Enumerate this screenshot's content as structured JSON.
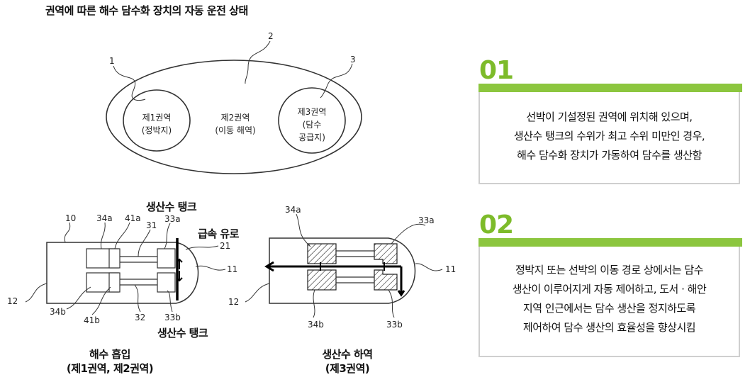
{
  "title": "권역에 따른 해수 담수화 장치의 자동 운전 상태",
  "zones": {
    "z1": "1",
    "z2": "2",
    "z3": "3",
    "zone1_line1": "제1권역",
    "zone1_line2": "(정박지)",
    "zone2_line1": "제2권역",
    "zone2_line2": "(이동 해역)",
    "zone3_line1": "제3권역",
    "zone3_line2": "(담수",
    "zone3_line3": "공급지)"
  },
  "left_device": {
    "label_top": "생산수 탱크",
    "label_flow": "급속 유로",
    "label_bottom": "생산수 탱크",
    "refs": {
      "r10": "10",
      "r34a": "34a",
      "r41a": "41a",
      "r31": "31",
      "r33a": "33a",
      "r21": "21",
      "r11": "11",
      "r12": "12",
      "r34b": "34b",
      "r41b": "41b",
      "r32": "32",
      "r33b": "33b"
    },
    "caption_line1": "해수 흡입",
    "caption_line2": "(제1권역, 제2권역)"
  },
  "right_device": {
    "refs": {
      "r34a": "34a",
      "r33a": "33a",
      "r11": "11",
      "r12": "12",
      "r34b": "34b",
      "r33b": "33b"
    },
    "caption_line1": "생산수 하역",
    "caption_line2": "(제3권역)"
  },
  "panel1": {
    "number": "01",
    "lines": [
      "선박이 기설정된 권역에 위치해 있으며,",
      "생산수 탱크의 수위가 최고 수위 미만인 경우,",
      "해수 담수화 장치가 가동하여 담수를 생산함"
    ]
  },
  "panel2": {
    "number": "02",
    "lines": [
      "정박지 또는 선박의 이동 경로 상에서는 담수",
      "생산이 이루어지게 자동 제어하고, 도서 · 해안",
      "지역 인근에서는 담수 생산을 정지하도록",
      "제어하여 담수 생산의 효율성을 향상시킴"
    ]
  },
  "colors": {
    "accent": "#8cc63f",
    "number": "#7dbb2a",
    "box_border": "#cfcfcf"
  }
}
